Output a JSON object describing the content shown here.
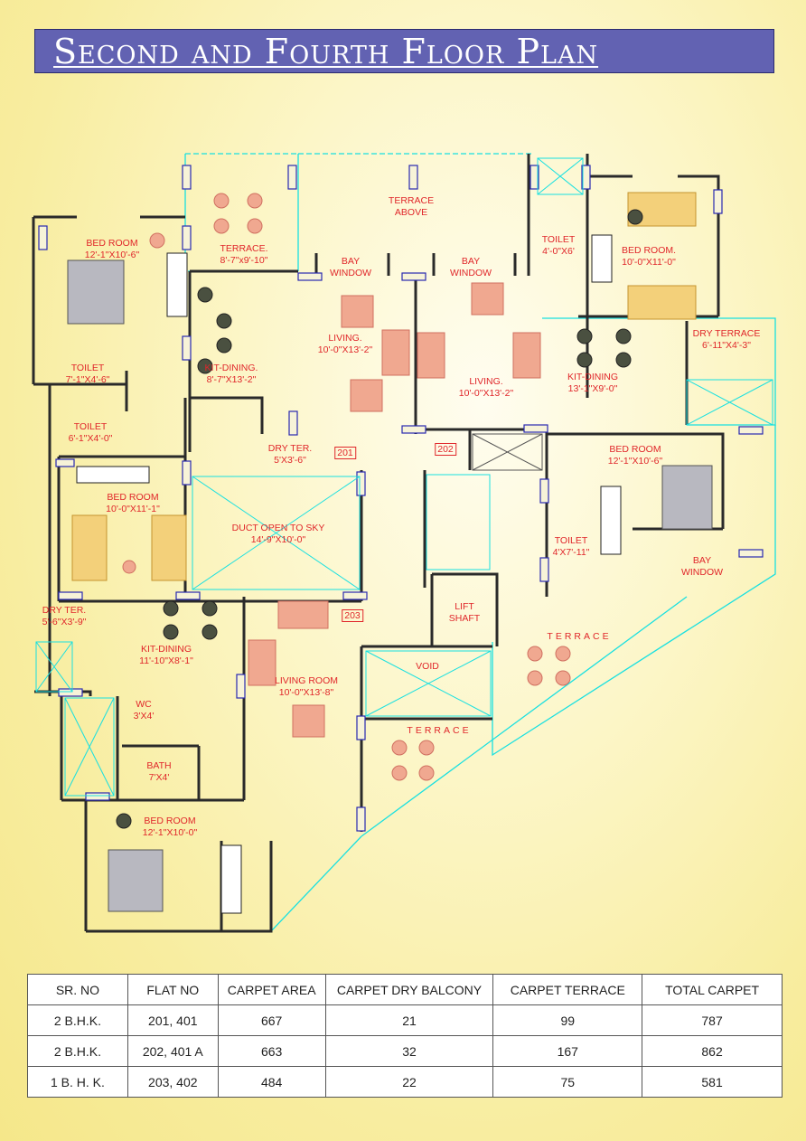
{
  "title": "Second and Fourth Floor Plan",
  "rooms": {
    "terrace_above": [
      "TERRACE",
      "ABOVE"
    ],
    "bed_nw": [
      "BED ROOM",
      "12'-1\"X10'-6\""
    ],
    "terrace_n": [
      "TERRACE.",
      "8'-7\"x9'-10\""
    ],
    "bay_1": [
      "BAY",
      "WINDOW"
    ],
    "bay_2": [
      "BAY",
      "WINDOW"
    ],
    "toilet_ne": [
      "TOILET",
      "4'-0\"X6'"
    ],
    "bed_ne": [
      "BED ROOM.",
      "10'-0\"X11'-0\""
    ],
    "living_201": [
      "LIVING.",
      "10'-0\"X13'-2\""
    ],
    "kit_201": [
      "KIT-DINING.",
      "8'-7\"X13'-2\""
    ],
    "toilet_w1": [
      "TOILET",
      "7'-1\"X4'-6\""
    ],
    "dry_terrace_e": [
      "DRY TERRACE",
      "6'-11\"X4'-3\""
    ],
    "kit_202": [
      "KIT-DINING",
      "13'-1\"X9'-0\""
    ],
    "living_202": [
      "LIVING.",
      "10'-0\"X13'-2\""
    ],
    "toilet_w2": [
      "TOILET",
      "6'-1\"X4'-0\""
    ],
    "dry_ter_201": [
      "DRY TER.",
      "5'X3'-6\""
    ],
    "bed_e": [
      "BED ROOM",
      "12'-1\"X10'-6\""
    ],
    "bed_w": [
      "BED ROOM",
      "10'-0\"X11'-1\""
    ],
    "duct": [
      "DUCT OPEN TO  SKY",
      "14'-9\"X10'-0\""
    ],
    "toilet_e": [
      "TOILET",
      "4'X7'-11\""
    ],
    "bay_3": [
      "BAY",
      "WINDOW"
    ],
    "dry_ter_w": [
      "DRY TER.",
      "5'-6\"X3'-9\""
    ],
    "lift": [
      "LIFT",
      "SHAFT"
    ],
    "terrace_e": "TERRACE",
    "kit_203": [
      "KIT-DINING",
      "11'-10\"X8'-1\""
    ],
    "void": "VOID",
    "living_203": [
      "LIVING ROOM",
      "10'-0\"X13'-8\""
    ],
    "wc": [
      "WC",
      "3'X4'"
    ],
    "terrace_s": "TERRACE",
    "bath": [
      "BATH",
      "7'X4'"
    ],
    "bed_sw": [
      "BED ROOM",
      "12'-1\"X10'-0\""
    ]
  },
  "flats": [
    "201",
    "202",
    "203"
  ],
  "table": {
    "headers": [
      "SR. NO",
      "FLAT NO",
      "CARPET AREA",
      "CARPET DRY BALCONY",
      "CARPET TERRACE",
      "TOTAL CARPET"
    ],
    "rows": [
      [
        "2 B.H.K.",
        "201, 401",
        "667",
        "21",
        "99",
        "787"
      ],
      [
        "2 B.H.K.",
        "202, 401 A",
        "663",
        "32",
        "167",
        "862"
      ],
      [
        "1 B. H. K.",
        "203, 402",
        "484",
        "22",
        "75",
        "581"
      ]
    ]
  },
  "colors": {
    "wall": "#2a2a2a",
    "glass": "#19e0e0",
    "label": "#e0262a",
    "banner": "#6262b2"
  }
}
